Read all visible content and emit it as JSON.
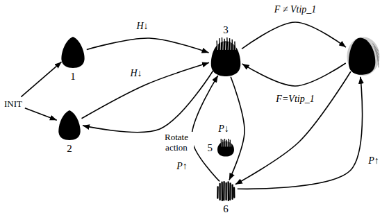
{
  "diagram": {
    "nodes": [
      {
        "text": [
          "INIT"
        ]
      },
      {
        "text": [
          "1"
        ]
      },
      {
        "text": [
          "2"
        ]
      },
      {
        "text": [
          "3"
        ]
      },
      {
        "text": []
      },
      {
        "text": [
          "5"
        ]
      },
      {
        "text": [
          "6"
        ]
      }
    ],
    "edges": [
      {
        "from": 0,
        "to": 1,
        "arrow": "to"
      },
      {
        "from": 0,
        "to": 2,
        "arrow": "to"
      },
      {
        "from": 1,
        "to": 3,
        "arrow": "to",
        "label": "H↓"
      },
      {
        "from": 2,
        "to": 3,
        "arrow": "to",
        "label": "H↓"
      },
      {
        "from": 3,
        "to": 2,
        "arrow": "to",
        "label": "Rotate action"
      },
      {
        "from": 3,
        "to": 4,
        "arrow": "to",
        "label": "F ≠ Vtip_1"
      },
      {
        "from": 4,
        "to": 3,
        "arrow": "to",
        "label": "F=Vtip_1"
      },
      {
        "from": 3,
        "to": 6,
        "arrow": "to"
      },
      {
        "from": 6,
        "to": 3,
        "arrow": "to",
        "label": "P↑"
      },
      {
        "from": 4,
        "to": 6,
        "arrow": "to"
      },
      {
        "from": 6,
        "to": 4,
        "arrow": "to",
        "label": "P↑"
      }
    ],
    "labels": [
      "P↓"
    ]
  }
}
